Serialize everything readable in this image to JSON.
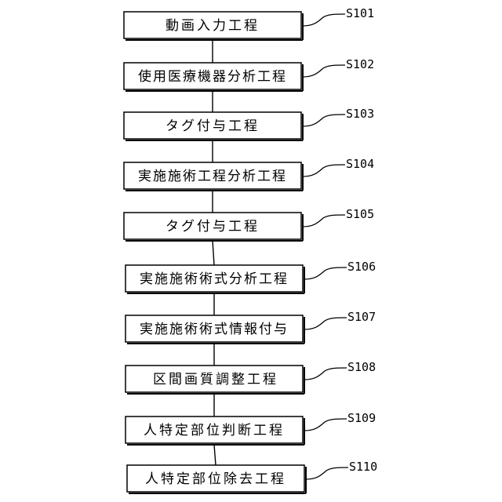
{
  "steps": [
    {
      "id": "S101",
      "label": "動画入力工程"
    },
    {
      "id": "S102",
      "label": "使用医療機器分析工程"
    },
    {
      "id": "S103",
      "label": "タグ付与工程"
    },
    {
      "id": "S104",
      "label": "実施施術工程分析工程"
    },
    {
      "id": "S105",
      "label": "タグ付与工程"
    },
    {
      "id": "S106",
      "label": "実施施術術式分析工程"
    },
    {
      "id": "S107",
      "label": "実施施術術式情報付与"
    },
    {
      "id": "S108",
      "label": "区間画質調整工程"
    },
    {
      "id": "S109",
      "label": "人特定部位判断工程"
    },
    {
      "id": "S110",
      "label": "人特定部位除去工程"
    }
  ]
}
